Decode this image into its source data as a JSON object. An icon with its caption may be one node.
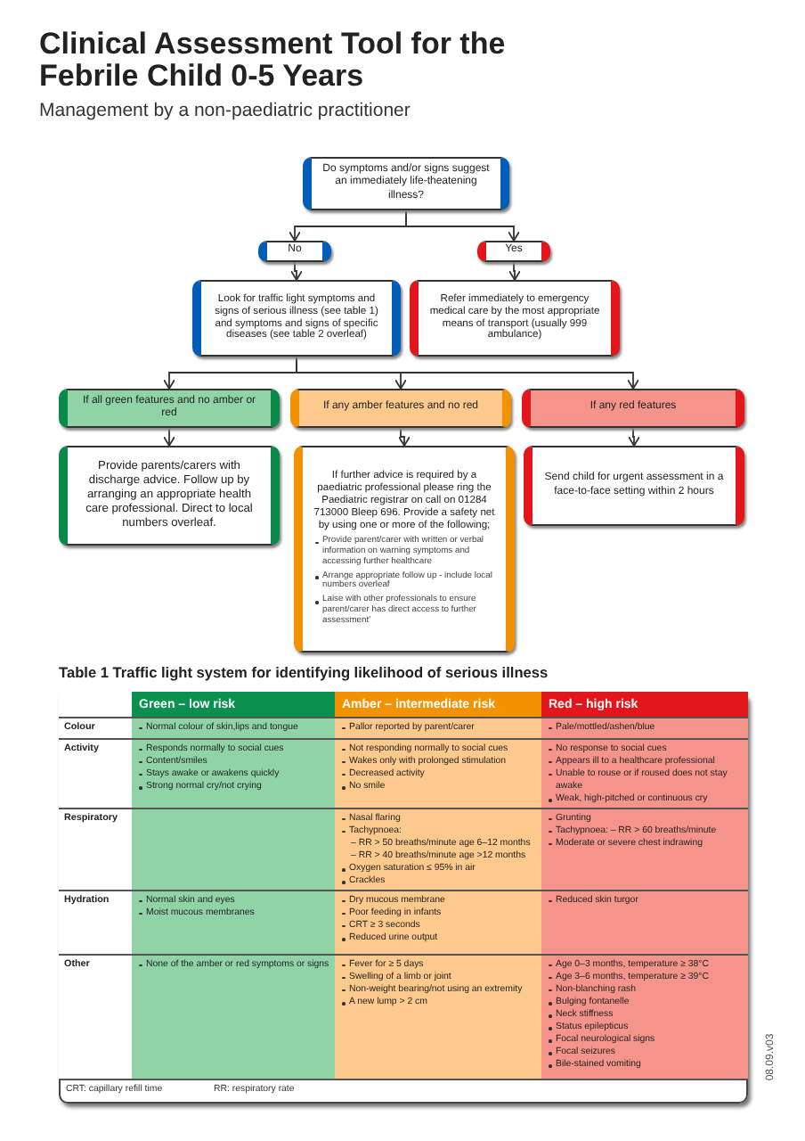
{
  "diagram": {
    "title": "Clinical Assessment Tool for the Febrile Child 0-5 Years",
    "nodes": [
      {
        "text": [
          "Do symptoms and/or signs suggest an immediately life-theatening illness?"
        ]
      },
      {
        "text": [
          "No"
        ]
      },
      {
        "text": [
          "Yes"
        ]
      },
      {
        "text": [
          "Look for traffic light symptoms and signs of serious illness (see table 1) and symptoms and signs of specific diseases (see table 2 overleaf)"
        ]
      },
      {
        "text": [
          "Refer immediately to emergency medical care by the most appropriate means of transport (usually 999 ambulance)"
        ]
      },
      {
        "text": [
          "If all green features and no amber or red"
        ]
      },
      {
        "text": [
          "If any amber features and no red"
        ]
      },
      {
        "text": [
          "If any red features"
        ]
      },
      {
        "text": [
          "Provide parents/carers with discharge advice. Follow up by arranging an appropriate health care professional. Direct to local numbers overleaf."
        ]
      },
      {
        "text": [
          "If further advice is required by a paediatric professional please ring the Paediatric registrar on call on 01284 713000 Bleep 696. Provide a safety net by using one or more of the following;",
          "Provide parent/carer with written or verbal information on warning symptoms and accessing further healthcare",
          "Arrange appropriate follow up - include local numbers overleaf",
          "Laise with other professionals to ensure parent/carer has direct access to further assessment'"
        ]
      },
      {
        "text": [
          "Send child for urgent assessment in a face-to-face setting within 2 hours"
        ]
      }
    ],
    "edges": [
      {
        "from": 0,
        "to": 1,
        "arrow": "to"
      },
      {
        "from": 0,
        "to": 2,
        "arrow": "to"
      },
      {
        "from": 1,
        "to": 3,
        "arrow": "to"
      },
      {
        "from": 2,
        "to": 4,
        "arrow": "to"
      },
      {
        "from": 3,
        "to": 5,
        "arrow": "to"
      },
      {
        "from": 3,
        "to": 6,
        "arrow": "to"
      },
      {
        "from": 3,
        "to": 7,
        "arrow": "to"
      },
      {
        "from": 5,
        "to": 8,
        "arrow": "to"
      },
      {
        "from": 6,
        "to": 9,
        "arrow": "to"
      },
      {
        "from": 7,
        "to": 10,
        "arrow": "to"
      }
    ],
    "labels": [
      "Management by a non-paediatric practitioner",
      "Table 1 Traffic light system for identifying likelihood of serious illness",
      "Green – low risk",
      "Amber – intermediate risk",
      "Red – high risk",
      "Colour",
      "Normal colour of skin,lips and tongue",
      "Pallor reported by parent/carer",
      "Pale/mottled/ashen/blue",
      "Activity",
      "Responds normally to social cues",
      "Content/smiles",
      "Stays awake or awakens quickly",
      "Strong normal cry/not crying",
      "Not responding normally to social cues",
      "Wakes only with prolonged stimulation",
      "Decreased activity",
      "No smile",
      "No response to social cues",
      "Appears ill to a healthcare professional",
      "Unable to rouse or if roused does not stay awake",
      "Weak, high-pitched or continuous cry",
      "Respiratory",
      "Nasal flaring",
      "Tachypnoea:",
      "– RR > 50 breaths/minute age 6–12 months",
      "– RR > 40 breaths/minute age >12 months",
      "Oxygen saturation ≤ 95% in air",
      "Crackles",
      "Grunting",
      "Tachypnoea: – RR > 60 breaths/minute",
      "Moderate or severe chest indrawing",
      "Hydration",
      "Normal skin and eyes",
      "Moist mucous membranes",
      "Dry mucous membrane",
      "Poor feeding in infants",
      "CRT ≥ 3 seconds",
      "Reduced urine output",
      "Reduced skin turgor",
      "Other",
      "None of the amber or red symptoms or signs",
      "Fever for ≥ 5 days",
      "Swelling of a limb or joint",
      "Non-weight bearing/not using an extremity",
      "A new lump > 2 cm",
      "Age 0–3 months, temperature ≥ 38°C",
      "Age 3–6 months, temperature ≥ 39°C",
      "Non-blanching rash",
      "Bulging fontanelle",
      "Neck stiffness",
      "Status epilepticus",
      "Focal neurological signs",
      "Focal seizures",
      "Bile-stained vomiting",
      "CRT: capillary refill time",
      "RR: respiratory rate",
      "08.09.v03"
    ]
  }
}
